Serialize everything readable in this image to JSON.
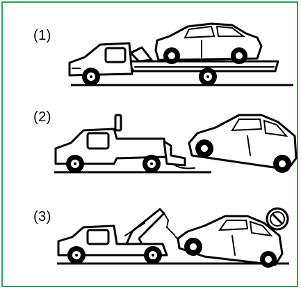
{
  "figure": {
    "frame_color": "#2f9d58",
    "panels": [
      {
        "label": "(1)",
        "scenario": "flatbed-tow"
      },
      {
        "label": "(2)",
        "scenario": "wheel-lift-tow"
      },
      {
        "label": "(3)",
        "scenario": "sling-tow",
        "prohibited_icon": "prohibited-icon"
      }
    ]
  }
}
